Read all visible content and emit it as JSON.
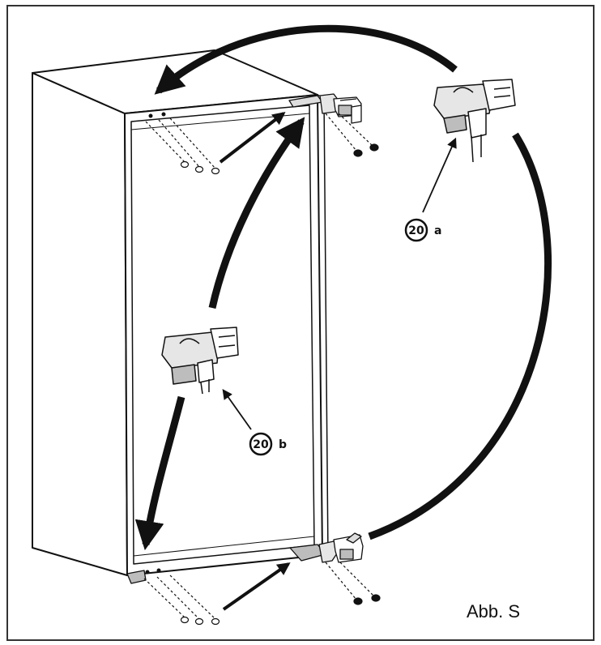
{
  "figure": {
    "caption": "Abb. S",
    "callouts": {
      "upper": {
        "number": "20",
        "letter": "a"
      },
      "middle": {
        "number": "20",
        "letter": "b"
      }
    }
  },
  "colors": {
    "ink": "#111111",
    "paper": "#ffffff",
    "metal_shade": "#bdbdbd",
    "metal_light": "#e6e6e6",
    "frame_border": "#333333"
  }
}
